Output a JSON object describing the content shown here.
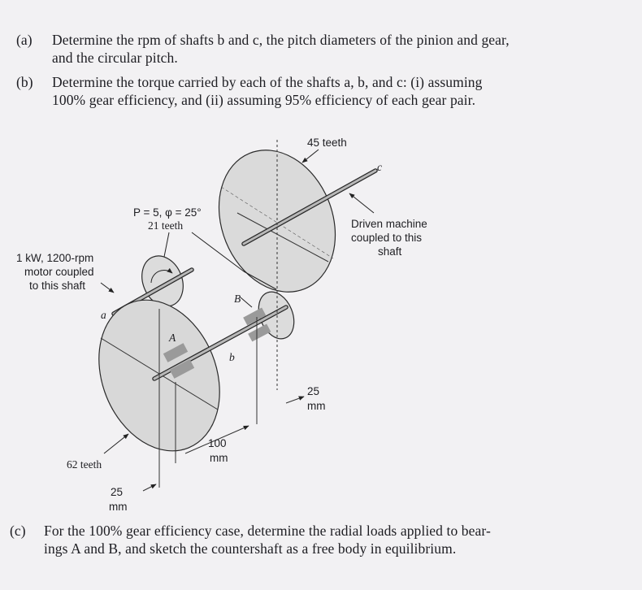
{
  "questions": {
    "a": {
      "label": "(a)",
      "line1": "Determine the rpm of shafts b and c, the pitch diameters of the pinion and gear,",
      "line2": "and the circular pitch."
    },
    "b": {
      "label": "(b)",
      "line1": "Determine the torque carried by each of the shafts a, b, and c: (i) assuming",
      "line2": "100% gear efficiency, and (ii) assuming 95% efficiency of each gear pair."
    },
    "c": {
      "label": "(c)",
      "line1": "For the 100% gear efficiency case, determine the radial loads applied to bear-",
      "line2": "ings A and B, and sketch the countershaft as a free body in equilibrium."
    }
  },
  "figure": {
    "teeth_45": "45 teeth",
    "shaft_c": "c",
    "driven_1": "Driven machine",
    "driven_2": "coupled to this",
    "driven_3": "shaft",
    "pitch": "P = 5, φ = 25°",
    "teeth_21": "21 teeth",
    "motor_1": "1 kW, 1200-rpm",
    "motor_2": "motor coupled",
    "motor_3": "to this shaft",
    "shaft_a": "a",
    "bearing_A": "A",
    "bearing_B": "B",
    "shaft_b": "b",
    "dim_25_top": "25",
    "dim_mm_top": "mm",
    "dim_100": "100",
    "dim_mm_mid": "mm",
    "teeth_62": "62 teeth",
    "dim_25_bot": "25",
    "dim_mm_bot": "mm"
  }
}
